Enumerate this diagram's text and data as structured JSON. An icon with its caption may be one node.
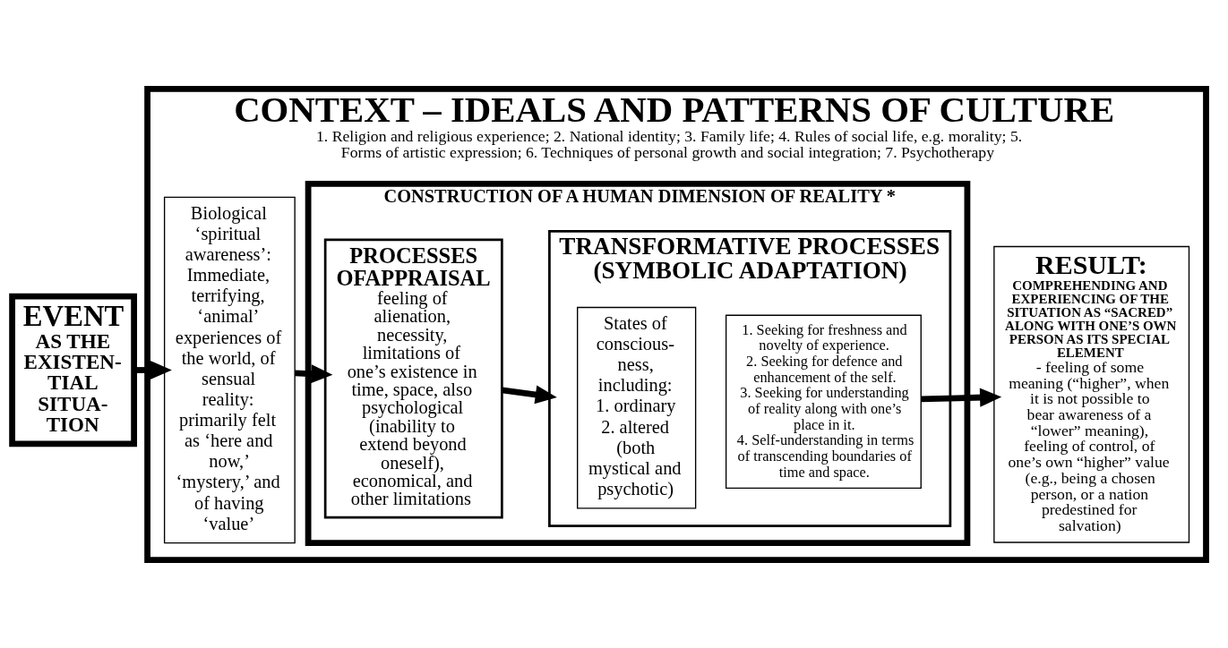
{
  "diagram": {
    "nodes": [
      {
        "text": [
          "CONTEXT – IDEALS AND PATTERNS OF CULTURE",
          "1. Religion and religious experience; 2. National identity; 3. Family life; 4. Rules of social life, e.g. morality; 5. Forms of artistic expression; 6. Techniques of personal growth and social integration; 7. Psychotherapy"
        ]
      },
      {
        "text": [
          "EVENT",
          "AS THE EXISTEN- TIAL SITUA- TION"
        ]
      },
      {
        "text": [
          "Biological ‘spiritual awareness’: Immediate, terrifying, ‘animal’ experiences of the world, of sensual reality: primarily felt as ‘here and now,’ ‘mystery,’ and of having ‘value’"
        ],
        "in": 0
      },
      {
        "text": [
          "CONSTRUCTION OF A HUMAN DIMENSION OF REALITY *"
        ],
        "in": 0
      },
      {
        "text": [
          "PROCESSES OFAPPRAISAL",
          "feeling of alienation, necessity, limitations of one’s existence in time, space, also psychological (inability to extend beyond oneself), economical, and other limitations"
        ],
        "in": 3
      },
      {
        "text": [
          "TRANSFORMATIVE PROCESSES (SYMBOLIC ADAPTATION)"
        ],
        "in": 3
      },
      {
        "text": [
          "States of conscious- ness, including: 1. ordinary 2. altered (both mystical and psychotic)"
        ],
        "in": 5
      },
      {
        "text": [
          "1. Seeking for freshness and novelty of experience.",
          "2. Seeking for defence and enhancement of the self.",
          "3. Seeking for understanding of reality along with one’s place in it.",
          "4. Self-understanding in terms of transcending boundaries of time and space."
        ],
        "in": 5
      },
      {
        "text": [
          "RESULT:",
          "COMPREHENDING AND EXPERIENCING OF THE SITUATION AS “SACRED” ALONG WITH ONE’S OWN PERSON AS ITS SPECIAL ELEMENT",
          "- feeling of some meaning (“higher”, when it is not possible to bear awareness of a “lower” meaning), feeling of control, of one’s own “higher” value (e.g., being a chosen person, or a nation predestined for salvation)"
        ],
        "in": 0
      }
    ],
    "edges": [
      {
        "from": 1,
        "to": 2,
        "arrow": "to"
      },
      {
        "from": 2,
        "to": 4,
        "arrow": "to"
      },
      {
        "from": 4,
        "to": 5,
        "arrow": "to"
      },
      {
        "from": 7,
        "to": 8,
        "arrow": "to"
      }
    ]
  }
}
